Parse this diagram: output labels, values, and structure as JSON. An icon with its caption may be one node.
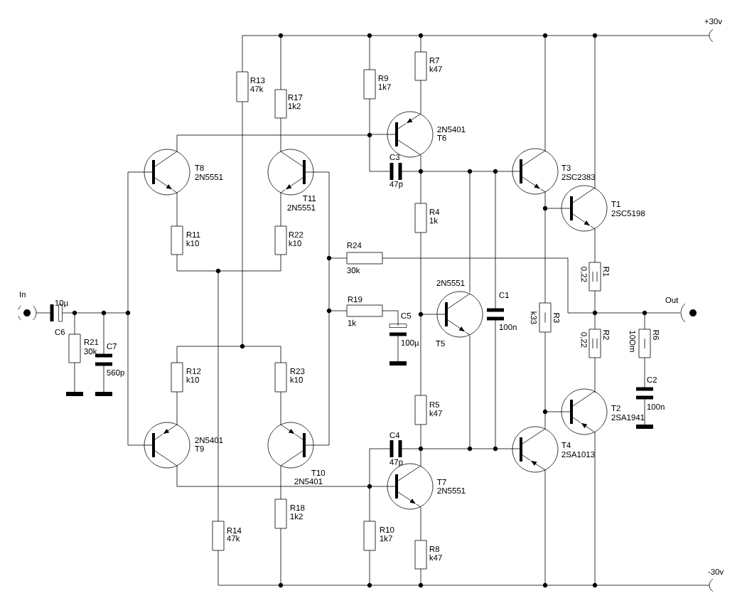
{
  "diagram": {
    "labels": [
      "+30v",
      "R13",
      "47k",
      "R17",
      "1k2",
      "R9",
      "1k7",
      "R7",
      "k47",
      "2N5401",
      "T6",
      "T8",
      "2N5551",
      "C3",
      "47p",
      "T3",
      "2SC2383",
      "T11",
      "2N5551",
      "T1",
      "2SC5198",
      "R4",
      "1k",
      "R11",
      "k10",
      "R22",
      "k10",
      "R24",
      "30k",
      "R1",
      "0,22",
      "In",
      "10µ",
      "R19",
      "1k",
      "2N5551",
      "C1",
      "100n",
      "C5",
      "100µ",
      "T5",
      "Out",
      "R3",
      "k33",
      "C6",
      "R21",
      "30k",
      "C7",
      "560p",
      "R2",
      "0,22",
      "R6",
      "10Om",
      "R12",
      "k10",
      "R23",
      "k10",
      "R5",
      "k47",
      "C2",
      "100n",
      "T2",
      "2SA1941",
      "C4",
      "47p",
      "2N5401",
      "T9",
      "T4",
      "2SA1013",
      "T10",
      "2N5401",
      "T7",
      "2N5551",
      "R18",
      "1k2",
      "R14",
      "47k",
      "R10",
      "1k7",
      "R8",
      "k47",
      "-30v"
    ]
  }
}
